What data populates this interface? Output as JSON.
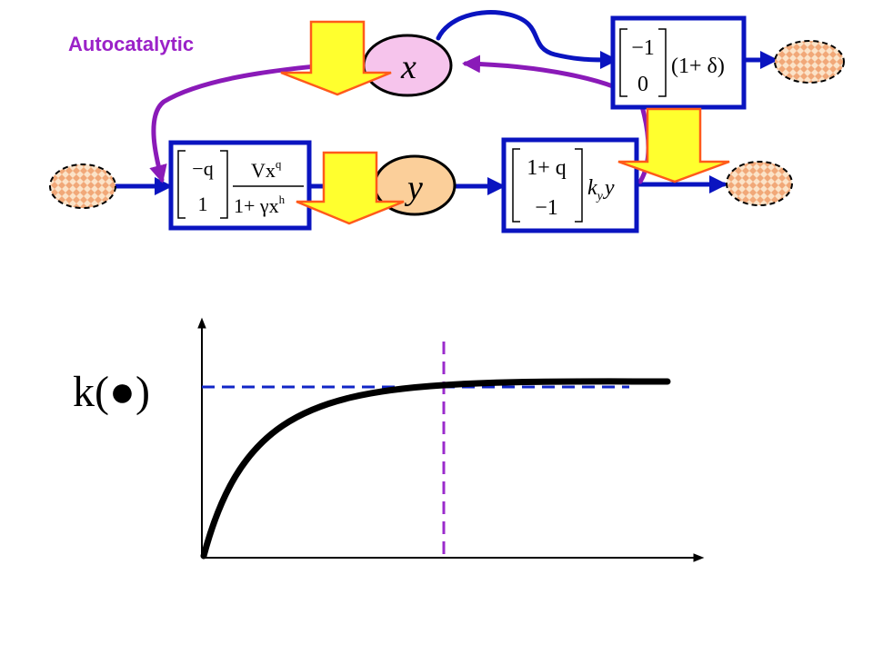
{
  "title": "Autocatalytic",
  "colors": {
    "blue": "#0a14c0",
    "purple": "#8a1ab8",
    "title": "#9b22c8",
    "x_node": "#f6c4ec",
    "y_node": "#fbcf9a",
    "arrow_fill": "#ffff2e",
    "arrow_stroke": "#ff5a1a",
    "pool_fill": "#f7c59a",
    "dash_blue": "#1126c7",
    "dash_purple": "#9b2ccc",
    "curve": "#000000"
  },
  "nodes": {
    "x": "x",
    "y": "y"
  },
  "boxes": {
    "top_right": {
      "vector_top": "−1",
      "vector_bottom": "0",
      "factor": "(1+ δ)"
    },
    "bottom_left": {
      "vector_top": "−q",
      "vector_bottom": "1",
      "numerator": "Vx",
      "numerator_sup": "q",
      "denominator": "1+ γx",
      "denominator_sup": "h"
    },
    "bottom_right": {
      "vector_top": "1+ q",
      "vector_bottom": "−1",
      "rate": "k",
      "rate_sub": "y",
      "rate_var": "y"
    }
  },
  "plot": {
    "ylabel": "k(●)"
  }
}
